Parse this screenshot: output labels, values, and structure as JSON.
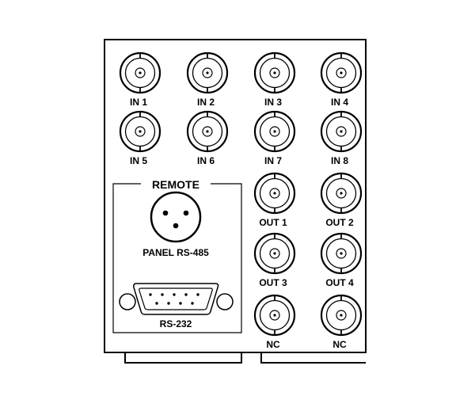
{
  "panel": {
    "remote_title": "REMOTE",
    "connectors": [
      {
        "id": "in-1",
        "label": "IN 1"
      },
      {
        "id": "in-2",
        "label": "IN 2"
      },
      {
        "id": "in-3",
        "label": "IN 3"
      },
      {
        "id": "in-4",
        "label": "IN 4"
      },
      {
        "id": "in-5",
        "label": "IN 5"
      },
      {
        "id": "in-6",
        "label": "IN 6"
      },
      {
        "id": "in-7",
        "label": "IN 7"
      },
      {
        "id": "in-8",
        "label": "IN 8"
      },
      {
        "id": "out-1",
        "label": "OUT 1"
      },
      {
        "id": "out-2",
        "label": "OUT 2"
      },
      {
        "id": "out-3",
        "label": "OUT 3"
      },
      {
        "id": "out-4",
        "label": "OUT 4"
      },
      {
        "id": "nc-1",
        "label": "NC"
      },
      {
        "id": "nc-2",
        "label": "NC"
      }
    ],
    "panel_port_label": "PANEL RS-485",
    "serial_port_label": "RS-232"
  }
}
